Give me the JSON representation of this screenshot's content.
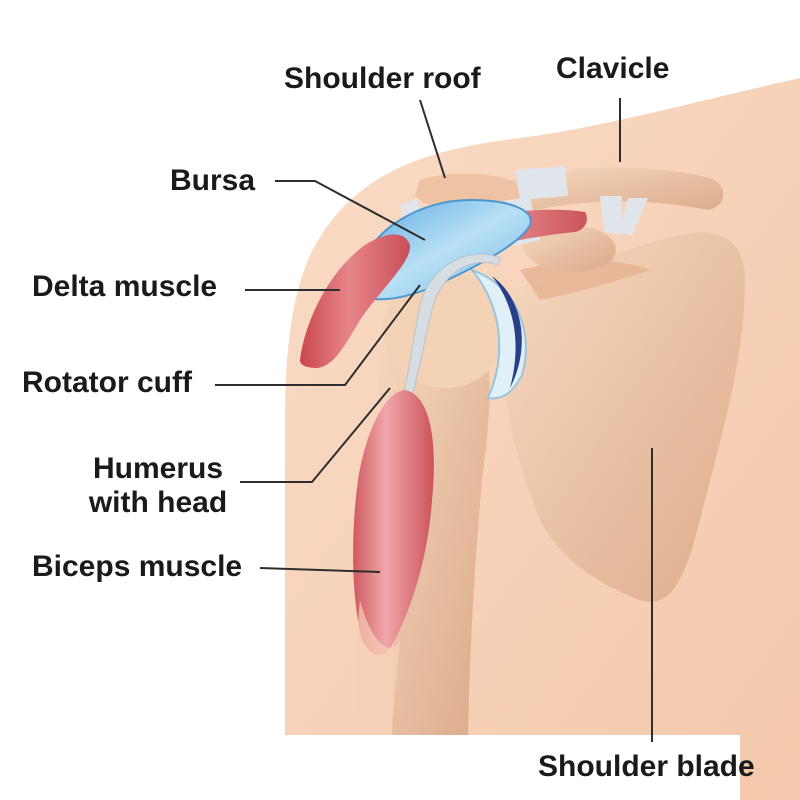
{
  "labels": {
    "shoulder_roof": "Shoulder roof",
    "clavicle": "Clavicle",
    "bursa": "Bursa",
    "delta_muscle": "Delta muscle",
    "rotator_cuff": "Rotator cuff",
    "humerus_line1": "Humerus",
    "humerus_line2": "with head",
    "biceps_muscle": "Biceps muscle",
    "shoulder_blade": "Shoulder blade"
  },
  "colors": {
    "skin": "#f7d2b8",
    "skin_shadow": "#f0c3a4",
    "bone": "#efc8a8",
    "bone_shade": "#d8a888",
    "muscle": "#d9656c",
    "muscle_light": "#f2a9ad",
    "bursa": "#8fc6e8",
    "cartilage": "#dfeef6",
    "cartilage_dark": "#2a3f8a",
    "tendon": "#d6dde3",
    "text": "#1a1a1a"
  }
}
